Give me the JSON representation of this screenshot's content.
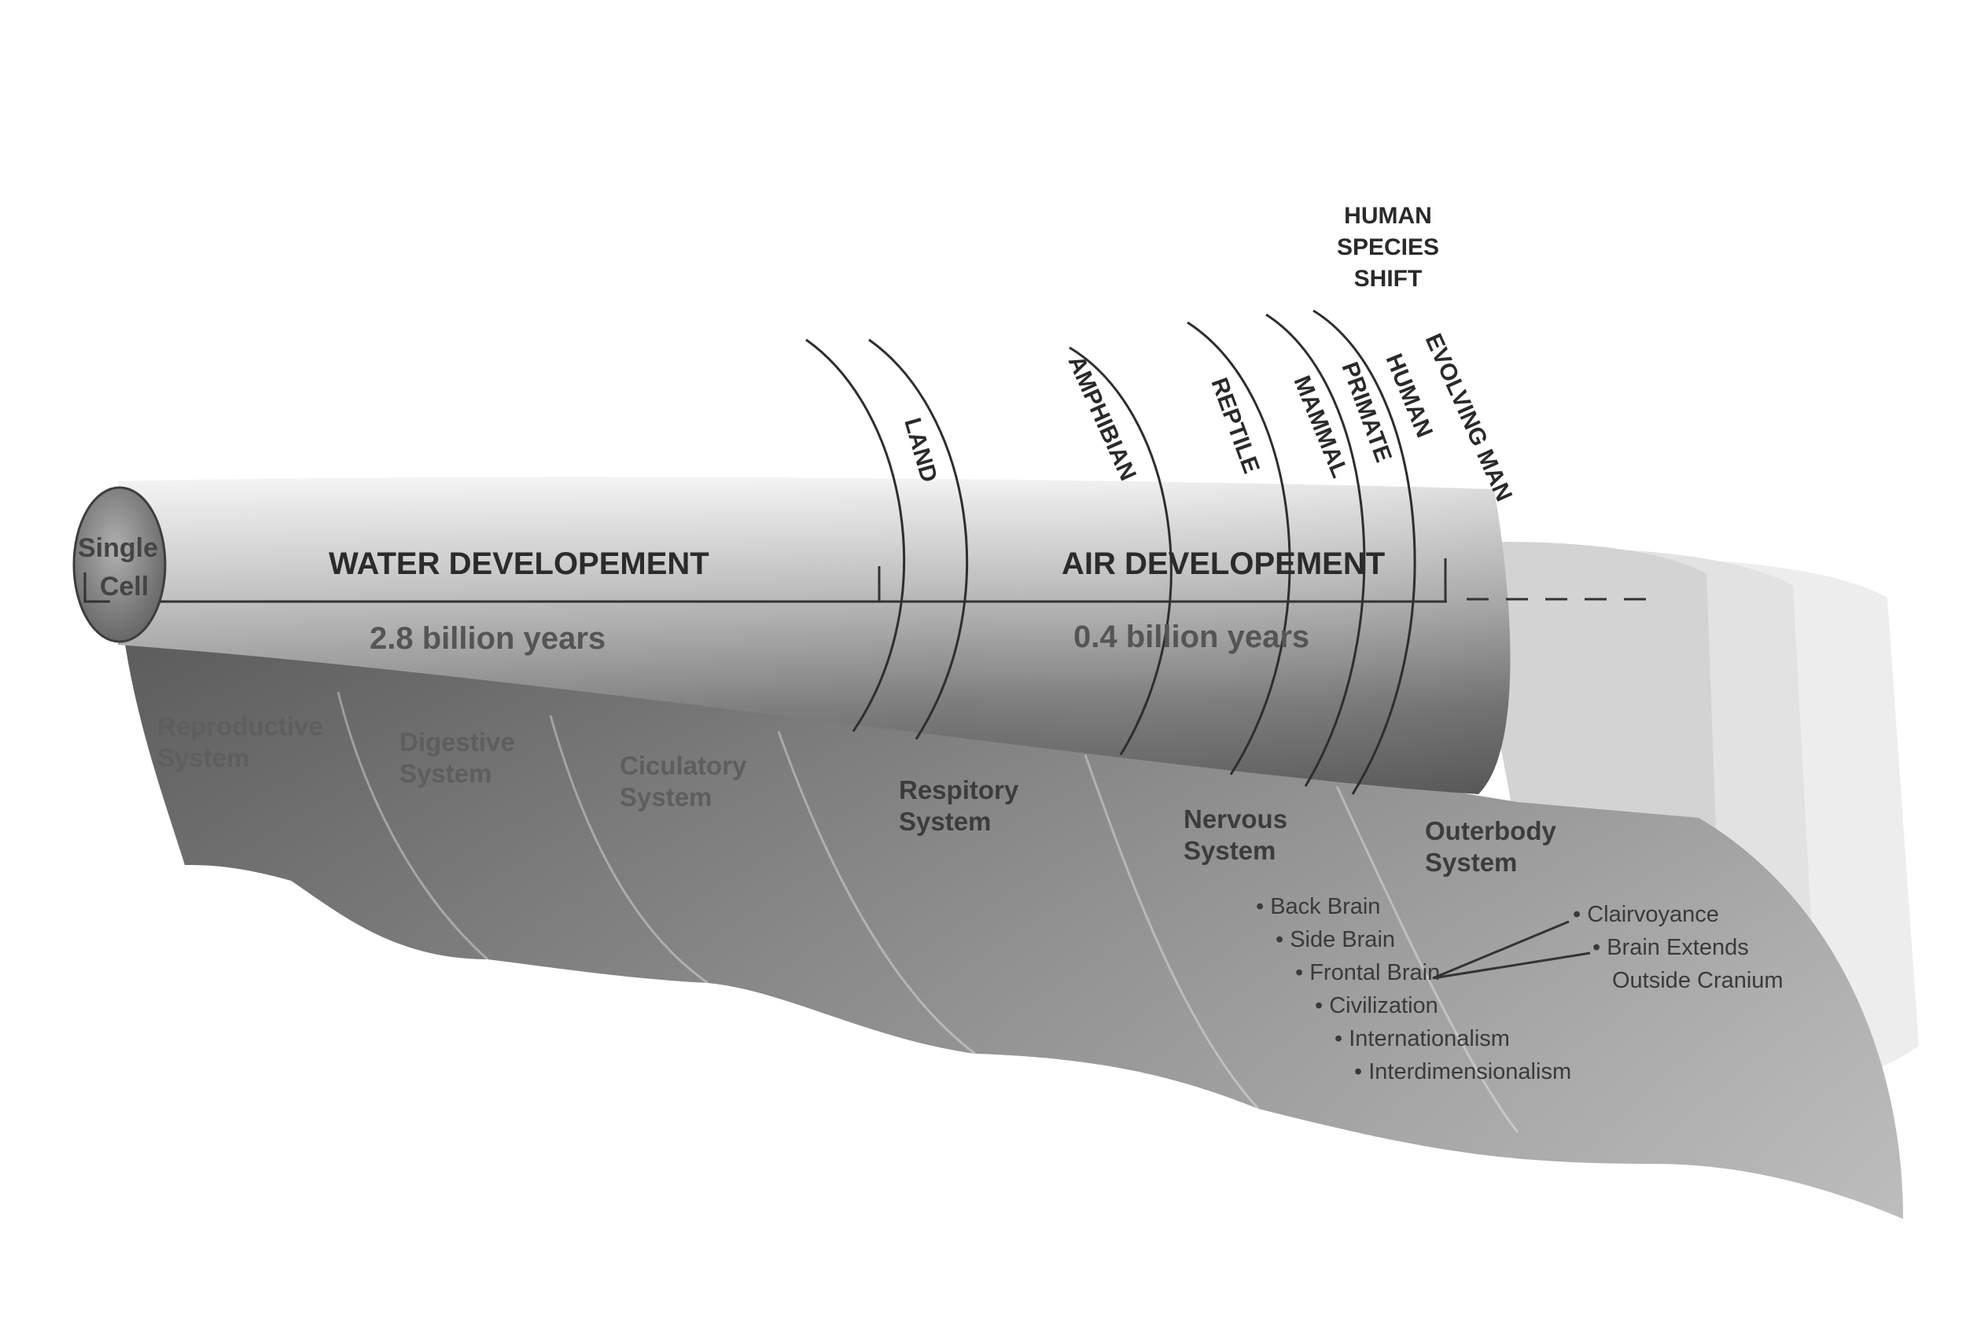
{
  "diagram": {
    "origin_label_line1": "Single",
    "origin_label_line2": "Cell",
    "phase_water": "WATER DEVELOPEMENT",
    "phase_air": "AIR DEVELOPEMENT",
    "duration_water": "2.8 billion years",
    "duration_air": "0.4 billion years",
    "shift_label": [
      "HUMAN",
      "SPECIES",
      "SHIFT"
    ],
    "stages": [
      "LAND",
      "AMPHIBIAN",
      "REPTILE",
      "MAMMAL",
      "PRIMATE",
      "HUMAN",
      "EVOLVING MAN"
    ],
    "systems": [
      [
        "Reproductive",
        "System"
      ],
      [
        "Digestive",
        "System"
      ],
      [
        "Ciculatory",
        "System"
      ],
      [
        "Respitory",
        "System"
      ],
      [
        "Nervous",
        "System"
      ],
      [
        "Outerbody",
        "System"
      ]
    ],
    "nervous_items": [
      "• Back Brain",
      "• Side Brain",
      "• Frontal Brain",
      "• Civilization",
      "• Internationalism",
      "• Interdimensionalism"
    ],
    "outerbody_items": [
      "• Clairvoyance",
      "• Brain Extends",
      "Outside Cranium"
    ]
  }
}
